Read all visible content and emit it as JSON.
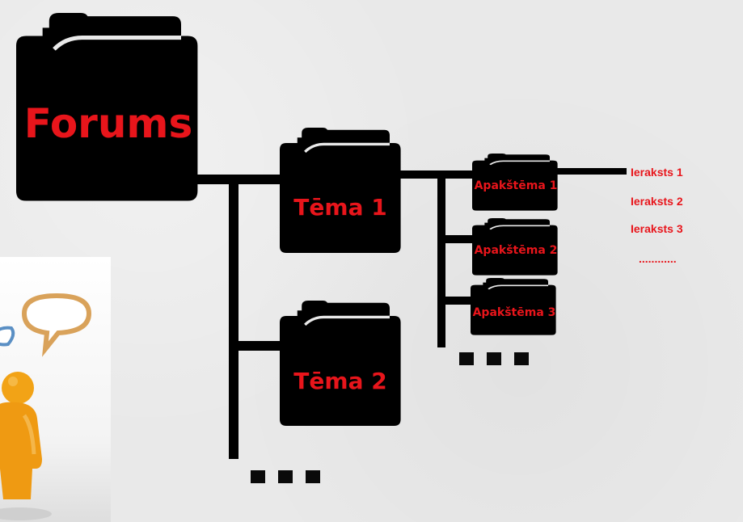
{
  "diagram": {
    "root": {
      "label": "Forums"
    },
    "topics": [
      {
        "label": "Tēma 1"
      },
      {
        "label": "Tēma 2"
      }
    ],
    "subtopics": [
      {
        "label": "Apakštēma 1"
      },
      {
        "label": "Apakštēma 2"
      },
      {
        "label": "Apakštēma 3"
      }
    ],
    "entries": [
      {
        "label": "Ieraksts 1"
      },
      {
        "label": "Ieraksts 2"
      },
      {
        "label": "Ieraksts 3"
      },
      {
        "label": "............"
      }
    ]
  },
  "colors": {
    "folder": "#000000",
    "label": "#e8151b",
    "background": "#e9e9e9"
  }
}
